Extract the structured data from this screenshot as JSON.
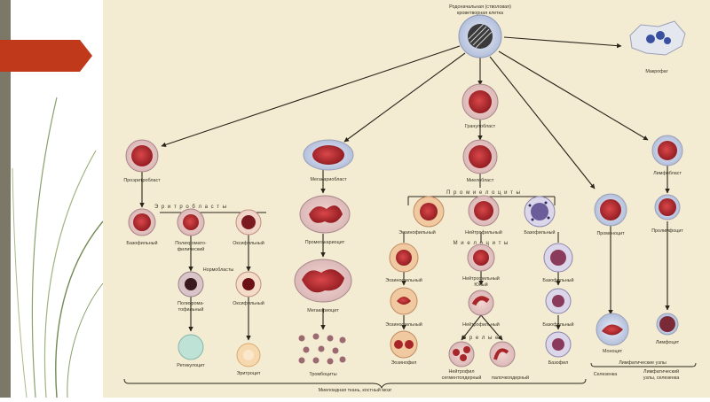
{
  "colors": {
    "slide_background": "#ffffff",
    "accent_bar": "#7c7867",
    "arrow_tab": "#c0391b",
    "sheet": "#f3ecd2",
    "nucleus_red": "#b8262a",
    "nucleus_blue": "#3a4fa0"
  },
  "icons": {
    "arrow_tab": "red-pointer-arrow",
    "leaves": "decorative-grass-lines"
  },
  "labels": {
    "stem_cell": "Родоначальная (стволовая)",
    "stem_cell_2": "кроветворная клетка",
    "macrophage": "Макрофаг",
    "group_erythroblasts": "Э р и т р о б л а с т ы",
    "group_promyelocytes": "П р о м и е л о ц и т ы",
    "group_myelocytes": "М и е л о ц и т ы",
    "group_normoblasts": "Нормобласты",
    "group_band": "З р е л ы е",
    "proerythroblast": "Проэритробласт",
    "megakaryoblast": "Мегакариобласт",
    "granuloblast": "Гранулобласт",
    "myeloblast": "Миелобласт",
    "lymphoblast": "Лимфобласт",
    "basophilic_e": "Базофильный",
    "polychromatophilic_e": "Полихромато-",
    "polychromatophilic_e2": "филический",
    "oxyphilic_e": "Оксифильный",
    "promegakaryocyte": "Промегакариоцит",
    "eosinophilic": "Эозинофильный",
    "neutrophilic": "Нейтрофильный",
    "basophilic_g": "Базофильный",
    "promonocyte": "Промоноцит",
    "prolymphocyte": "Пролимфоцит",
    "poly_normo": "Полихрома-",
    "poly_normo2": "тофильный",
    "oxy_normo": "Оксифильный",
    "megakaryocyte": "Мегакариоцит",
    "eos_young": "Эозинофильный",
    "neut_young": "Нейтрофильный",
    "neut_young2": "Юный",
    "baso_young": "Базофильный",
    "eos_band": "Эозинофильный",
    "neut_band": "Нейтрофильный",
    "baso_band": "Базофильный",
    "reticulocyte": "Ретикулоцит",
    "erythrocyte": "Эритроцит",
    "platelets": "Тромбоциты",
    "eosinophil": "Эозинофил",
    "neutrophil_seg": "Нейтрофил",
    "neutrophil_seg2": "сегментоядерный",
    "neutrophil_band": "палочкоядерный",
    "basophil": "Базофил",
    "monocyte": "Моноцит",
    "lymphocyte": "Лимфоцит",
    "tissue_macro": "Селезенка",
    "lymph_node": "Лимфатические узлы",
    "lymph_node2": "Лимфатический",
    "lymph_node3": "узлы, селезенка",
    "bone_marrow": "Миелоидная ткань, костный мозг"
  }
}
